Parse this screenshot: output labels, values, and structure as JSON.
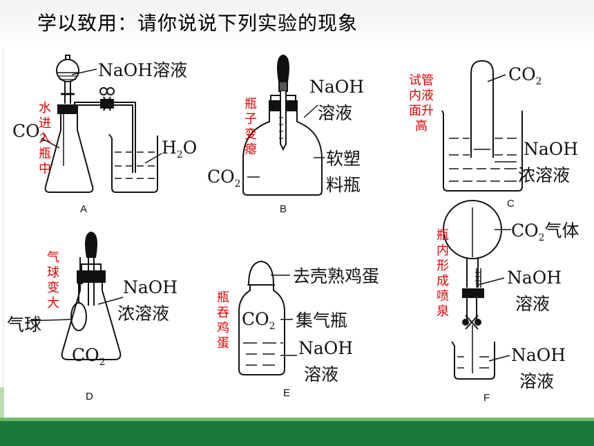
{
  "title": "学以致用：请你说说下列实验的现象",
  "colors": {
    "annotation": "#e00000",
    "band": "#1b7a3a",
    "band_light": "#6dbb6a"
  },
  "panels": {
    "A": {
      "caption": "A",
      "reagent": "NaOH溶液",
      "gas": "CO",
      "gas_sub": "2",
      "water": "H",
      "water_sub": "2",
      "water_tail": "O",
      "annotation": "水进入瓶中"
    },
    "B": {
      "caption": "B",
      "reagent_1": "NaOH",
      "reagent_2": "溶液",
      "gas": "CO",
      "gas_sub": "2",
      "bottle_1": "软塑",
      "bottle_2": "料瓶",
      "annotation": "瓶子变瘪"
    },
    "C": {
      "caption": "C",
      "gas": "CO",
      "gas_sub": "2",
      "reagent_1": "NaOH",
      "reagent_2": "浓溶液",
      "annotation": "试管内液面升高"
    },
    "D": {
      "caption": "D",
      "reagent_1": "NaOH",
      "reagent_2": "浓溶液",
      "balloon": "气球",
      "gas": "CO",
      "gas_sub": "2",
      "annotation": "气球变大"
    },
    "E": {
      "caption": "E",
      "egg": "去壳熟鸡蛋",
      "gas": "CO",
      "gas_sub": "2",
      "bottle": "集气瓶",
      "reagent_1": "NaOH",
      "reagent_2": "溶液",
      "annotation": "瓶吞鸡蛋"
    },
    "F": {
      "caption": "F",
      "gas": "CO",
      "gas_sub": "2",
      "gas_tail": "气体",
      "reagent_1": "NaOH",
      "reagent_2": "溶液",
      "reagent_3": "NaOH",
      "reagent_4": "溶液",
      "annotation": "瓶内形成喷泉"
    }
  }
}
